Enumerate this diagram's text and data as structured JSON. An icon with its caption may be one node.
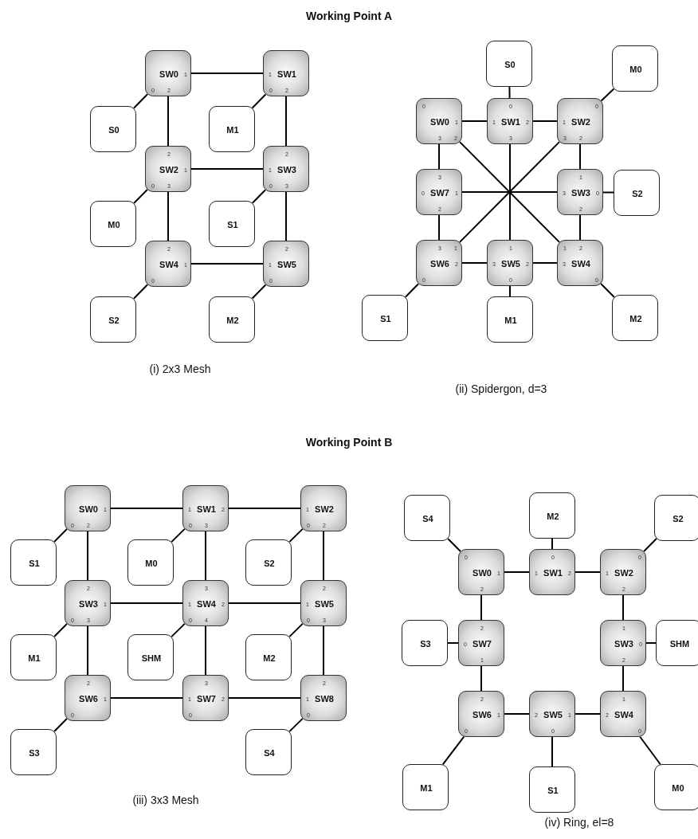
{
  "diagram": {
    "nodes": [
      {
        "text": [
          "SW0",
          "1",
          "0",
          "2"
        ]
      },
      {
        "text": [
          "1",
          "SW1",
          "0",
          "2"
        ]
      },
      {
        "text": [
          "S0"
        ]
      },
      {
        "text": [
          "M1"
        ]
      },
      {
        "text": [
          "2",
          "SW2",
          "1",
          "0",
          "3"
        ]
      },
      {
        "text": [
          "2",
          "1",
          "SW3",
          "0",
          "3"
        ]
      },
      {
        "text": [
          "M0"
        ]
      },
      {
        "text": [
          "S1"
        ]
      },
      {
        "text": [
          "2",
          "SW4",
          "1",
          "0"
        ]
      },
      {
        "text": [
          "2",
          "1",
          "SW5",
          "0"
        ]
      },
      {
        "text": [
          "S2"
        ]
      },
      {
        "text": [
          "M2"
        ]
      },
      {
        "text": [
          "S0"
        ]
      },
      {
        "text": [
          "M0"
        ]
      },
      {
        "text": [
          "0",
          "SW0",
          "1",
          "3",
          "2"
        ]
      },
      {
        "text": [
          "0",
          "1",
          "SW1",
          "2",
          "3"
        ]
      },
      {
        "text": [
          "0",
          "1",
          "SW2",
          "3",
          "2"
        ]
      },
      {
        "text": [
          "3",
          "0",
          "SW7",
          "1",
          "2"
        ]
      },
      {
        "text": [
          "1",
          "3",
          "SW3",
          "0",
          "2"
        ]
      },
      {
        "text": [
          "S2"
        ]
      },
      {
        "text": [
          "3",
          "1",
          "SW6",
          "2",
          "0"
        ]
      },
      {
        "text": [
          "1",
          "3",
          "SW5",
          "2",
          "0"
        ]
      },
      {
        "text": [
          "1",
          "2",
          "3",
          "SW4",
          "0"
        ]
      },
      {
        "text": [
          "S1"
        ]
      },
      {
        "text": [
          "M1"
        ]
      },
      {
        "text": [
          "M2"
        ]
      },
      {
        "text": [
          "SW0",
          "1",
          "0",
          "2"
        ]
      },
      {
        "text": [
          "1",
          "SW1",
          "2",
          "0",
          "3"
        ]
      },
      {
        "text": [
          "1",
          "SW2",
          "0",
          "2"
        ]
      },
      {
        "text": [
          "S1"
        ]
      },
      {
        "text": [
          "M0"
        ]
      },
      {
        "text": [
          "S2"
        ]
      },
      {
        "text": [
          "2",
          "SW3",
          "1",
          "0",
          "3"
        ]
      },
      {
        "text": [
          "3",
          "1",
          "SW4",
          "2",
          "0",
          "4"
        ]
      },
      {
        "text": [
          "2",
          "1",
          "SW5",
          "0",
          "3"
        ]
      },
      {
        "text": [
          "M1"
        ]
      },
      {
        "text": [
          "SHM"
        ]
      },
      {
        "text": [
          "M2"
        ]
      },
      {
        "text": [
          "2",
          "SW6",
          "1",
          "0"
        ]
      },
      {
        "text": [
          "3",
          "1",
          "SW7",
          "2",
          "0"
        ]
      },
      {
        "text": [
          "2",
          "1",
          "SW8",
          "0"
        ]
      },
      {
        "text": [
          "S3"
        ]
      },
      {
        "text": [
          "S4"
        ]
      },
      {
        "text": [
          "S4"
        ]
      },
      {
        "text": [
          "M2"
        ]
      },
      {
        "text": [
          "S2"
        ]
      },
      {
        "text": [
          "0",
          "SW0",
          "1",
          "2"
        ]
      },
      {
        "text": [
          "0",
          "1",
          "SW1",
          "2"
        ]
      },
      {
        "text": [
          "0",
          "1",
          "SW2",
          "2"
        ]
      },
      {
        "text": [
          "S3"
        ]
      },
      {
        "text": [
          "2",
          "0",
          "SW7",
          "1"
        ]
      },
      {
        "text": [
          "1",
          "SW3",
          "0",
          "2"
        ]
      },
      {
        "text": [
          "SHM"
        ]
      },
      {
        "text": [
          "2",
          "SW6",
          "1",
          "0"
        ]
      },
      {
        "text": [
          "2",
          "SW5",
          "1",
          "0"
        ]
      },
      {
        "text": [
          "1",
          "2",
          "SW4",
          "0"
        ]
      },
      {
        "text": [
          "M1"
        ]
      },
      {
        "text": [
          "S1"
        ]
      },
      {
        "text": [
          "M0"
        ]
      }
    ],
    "edges": [
      {
        "from": 0,
        "to": 1,
        "arrow": "none"
      },
      {
        "from": 0,
        "to": 2,
        "arrow": "none"
      },
      {
        "from": 1,
        "to": 3,
        "arrow": "none"
      },
      {
        "from": 0,
        "to": 4,
        "arrow": "none"
      },
      {
        "from": 1,
        "to": 5,
        "arrow": "none"
      },
      {
        "from": 4,
        "to": 5,
        "arrow": "none"
      },
      {
        "from": 4,
        "to": 6,
        "arrow": "none"
      },
      {
        "from": 5,
        "to": 7,
        "arrow": "none"
      },
      {
        "from": 4,
        "to": 8,
        "arrow": "none"
      },
      {
        "from": 5,
        "to": 9,
        "arrow": "none"
      },
      {
        "from": 8,
        "to": 9,
        "arrow": "none"
      },
      {
        "from": 8,
        "to": 10,
        "arrow": "none"
      },
      {
        "from": 9,
        "to": 11,
        "arrow": "none"
      },
      {
        "from": 15,
        "to": 12,
        "arrow": "none"
      },
      {
        "from": 16,
        "to": 13,
        "arrow": "none"
      },
      {
        "from": 14,
        "to": 15,
        "arrow": "none"
      },
      {
        "from": 15,
        "to": 16,
        "arrow": "none"
      },
      {
        "from": 14,
        "to": 17,
        "arrow": "none"
      },
      {
        "from": 16,
        "to": 18,
        "arrow": "none"
      },
      {
        "from": 14,
        "to": 22,
        "arrow": "none"
      },
      {
        "from": 15,
        "to": 21,
        "arrow": "none"
      },
      {
        "from": 16,
        "to": 20,
        "arrow": "none"
      },
      {
        "from": 17,
        "to": 18,
        "arrow": "none"
      },
      {
        "from": 18,
        "to": 19,
        "arrow": "none"
      },
      {
        "from": 17,
        "to": 20,
        "arrow": "none"
      },
      {
        "from": 18,
        "to": 22,
        "arrow": "none"
      },
      {
        "from": 20,
        "to": 21,
        "arrow": "none"
      },
      {
        "from": 21,
        "to": 22,
        "arrow": "none"
      },
      {
        "from": 20,
        "to": 23,
        "arrow": "none"
      },
      {
        "from": 21,
        "to": 24,
        "arrow": "none"
      },
      {
        "from": 22,
        "to": 25,
        "arrow": "none"
      },
      {
        "from": 26,
        "to": 27,
        "arrow": "none"
      },
      {
        "from": 27,
        "to": 28,
        "arrow": "none"
      },
      {
        "from": 26,
        "to": 29,
        "arrow": "none"
      },
      {
        "from": 27,
        "to": 30,
        "arrow": "none"
      },
      {
        "from": 28,
        "to": 31,
        "arrow": "none"
      },
      {
        "from": 26,
        "to": 32,
        "arrow": "none"
      },
      {
        "from": 27,
        "to": 33,
        "arrow": "none"
      },
      {
        "from": 28,
        "to": 34,
        "arrow": "none"
      },
      {
        "from": 32,
        "to": 33,
        "arrow": "none"
      },
      {
        "from": 33,
        "to": 34,
        "arrow": "none"
      },
      {
        "from": 32,
        "to": 35,
        "arrow": "none"
      },
      {
        "from": 33,
        "to": 36,
        "arrow": "none"
      },
      {
        "from": 34,
        "to": 37,
        "arrow": "none"
      },
      {
        "from": 32,
        "to": 38,
        "arrow": "none"
      },
      {
        "from": 33,
        "to": 39,
        "arrow": "none"
      },
      {
        "from": 34,
        "to": 40,
        "arrow": "none"
      },
      {
        "from": 38,
        "to": 39,
        "arrow": "none"
      },
      {
        "from": 39,
        "to": 40,
        "arrow": "none"
      },
      {
        "from": 38,
        "to": 41,
        "arrow": "none"
      },
      {
        "from": 40,
        "to": 42,
        "arrow": "none"
      },
      {
        "from": 46,
        "to": 43,
        "arrow": "none"
      },
      {
        "from": 47,
        "to": 44,
        "arrow": "none"
      },
      {
        "from": 48,
        "to": 45,
        "arrow": "none"
      },
      {
        "from": 46,
        "to": 47,
        "arrow": "none"
      },
      {
        "from": 47,
        "to": 48,
        "arrow": "none"
      },
      {
        "from": 46,
        "to": 50,
        "arrow": "none"
      },
      {
        "from": 48,
        "to": 51,
        "arrow": "none"
      },
      {
        "from": 50,
        "to": 49,
        "arrow": "none"
      },
      {
        "from": 51,
        "to": 52,
        "arrow": "none"
      },
      {
        "from": 50,
        "to": 53,
        "arrow": "none"
      },
      {
        "from": 51,
        "to": 55,
        "arrow": "none"
      },
      {
        "from": 53,
        "to": 54,
        "arrow": "none"
      },
      {
        "from": 54,
        "to": 55,
        "arrow": "none"
      },
      {
        "from": 53,
        "to": 56,
        "arrow": "none"
      },
      {
        "from": 54,
        "to": 57,
        "arrow": "none"
      },
      {
        "from": 55,
        "to": 58,
        "arrow": "none"
      }
    ],
    "labels": [
      "Working Point A",
      "(i) 2x3 Mesh",
      "(ii) Spidergon, d=3",
      "Working Point B",
      "(iii) 3x3 Mesh",
      "(iv) Ring, el=8"
    ]
  }
}
